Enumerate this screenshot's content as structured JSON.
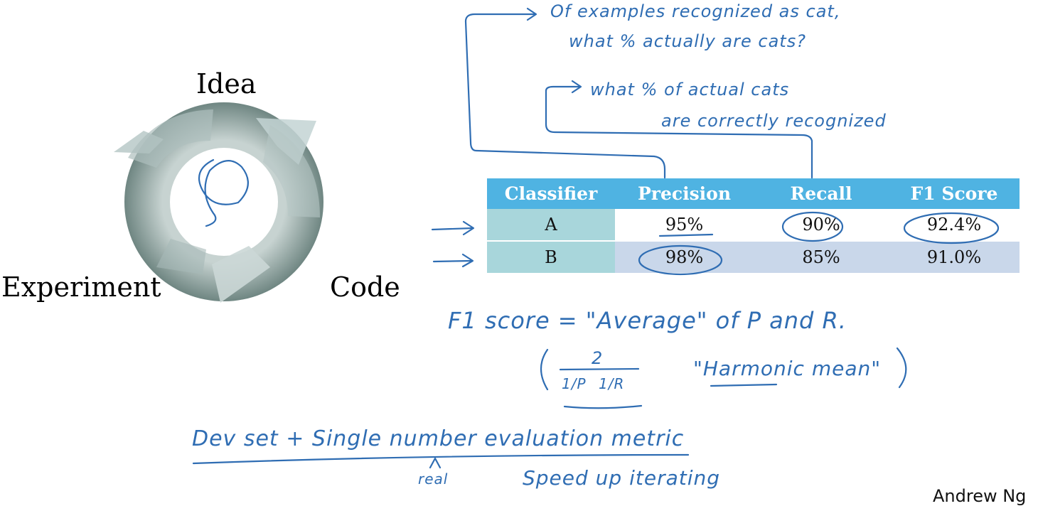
{
  "cycle": {
    "idea": "Idea",
    "experiment": "Experiment",
    "code": "Code"
  },
  "table": {
    "headers": [
      "Classifier",
      "Precision",
      "Recall",
      "F1 Score"
    ],
    "rows": [
      {
        "classifier": "A",
        "precision": "95%",
        "recall": "90%",
        "f1": "92.4%"
      },
      {
        "classifier": "B",
        "precision": "98%",
        "recall": "85%",
        "f1": "91.0%"
      }
    ]
  },
  "notes": {
    "precision_note_1": "Of examples recognized as cat,",
    "precision_note_2": "what % actually are cats?",
    "recall_note_1": "what % of actual cats",
    "recall_note_2": "are correctly recognized",
    "f1_definition": "F1 score = \"Average\" of P and R.",
    "harmonic_mean": "\"Harmonic mean\"",
    "frac_numerator": "2",
    "frac_p": "1/P",
    "frac_r": "1/R",
    "dev_set": "Dev set + Single number evaluation metric",
    "speed_up": "Speed up iterating",
    "real": "real"
  },
  "author": "Andrew Ng",
  "colors": {
    "ink": "#2f6db3",
    "table_header": "#4fb3e2",
    "classifier_cell": "#a8d6db",
    "row_b": "#c9d7ea",
    "cycle_ring": "#8fa39f"
  }
}
